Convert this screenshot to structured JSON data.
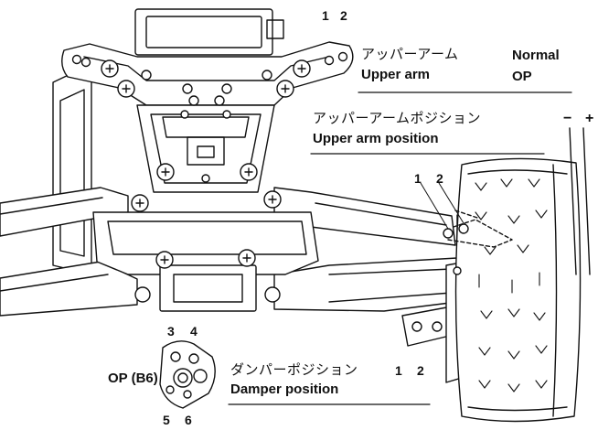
{
  "upper_arm": {
    "jp": "アッパーアーム",
    "en": "Upper arm",
    "options": [
      "Normal",
      "OP"
    ],
    "hole_numbers": [
      "1",
      "2"
    ]
  },
  "upper_arm_position": {
    "jp": "アッパーアームポジション",
    "en": "Upper arm position",
    "hole_numbers": [
      "1",
      "2"
    ]
  },
  "camber_signs": [
    "−",
    "+"
  ],
  "damper_position": {
    "jp": "ダンパーポジション",
    "en": "Damper position",
    "hole_numbers": [
      "1",
      "2"
    ]
  },
  "op_b6": {
    "label": "OP (B6)",
    "hole_numbers": [
      "3",
      "4",
      "5",
      "6"
    ]
  }
}
